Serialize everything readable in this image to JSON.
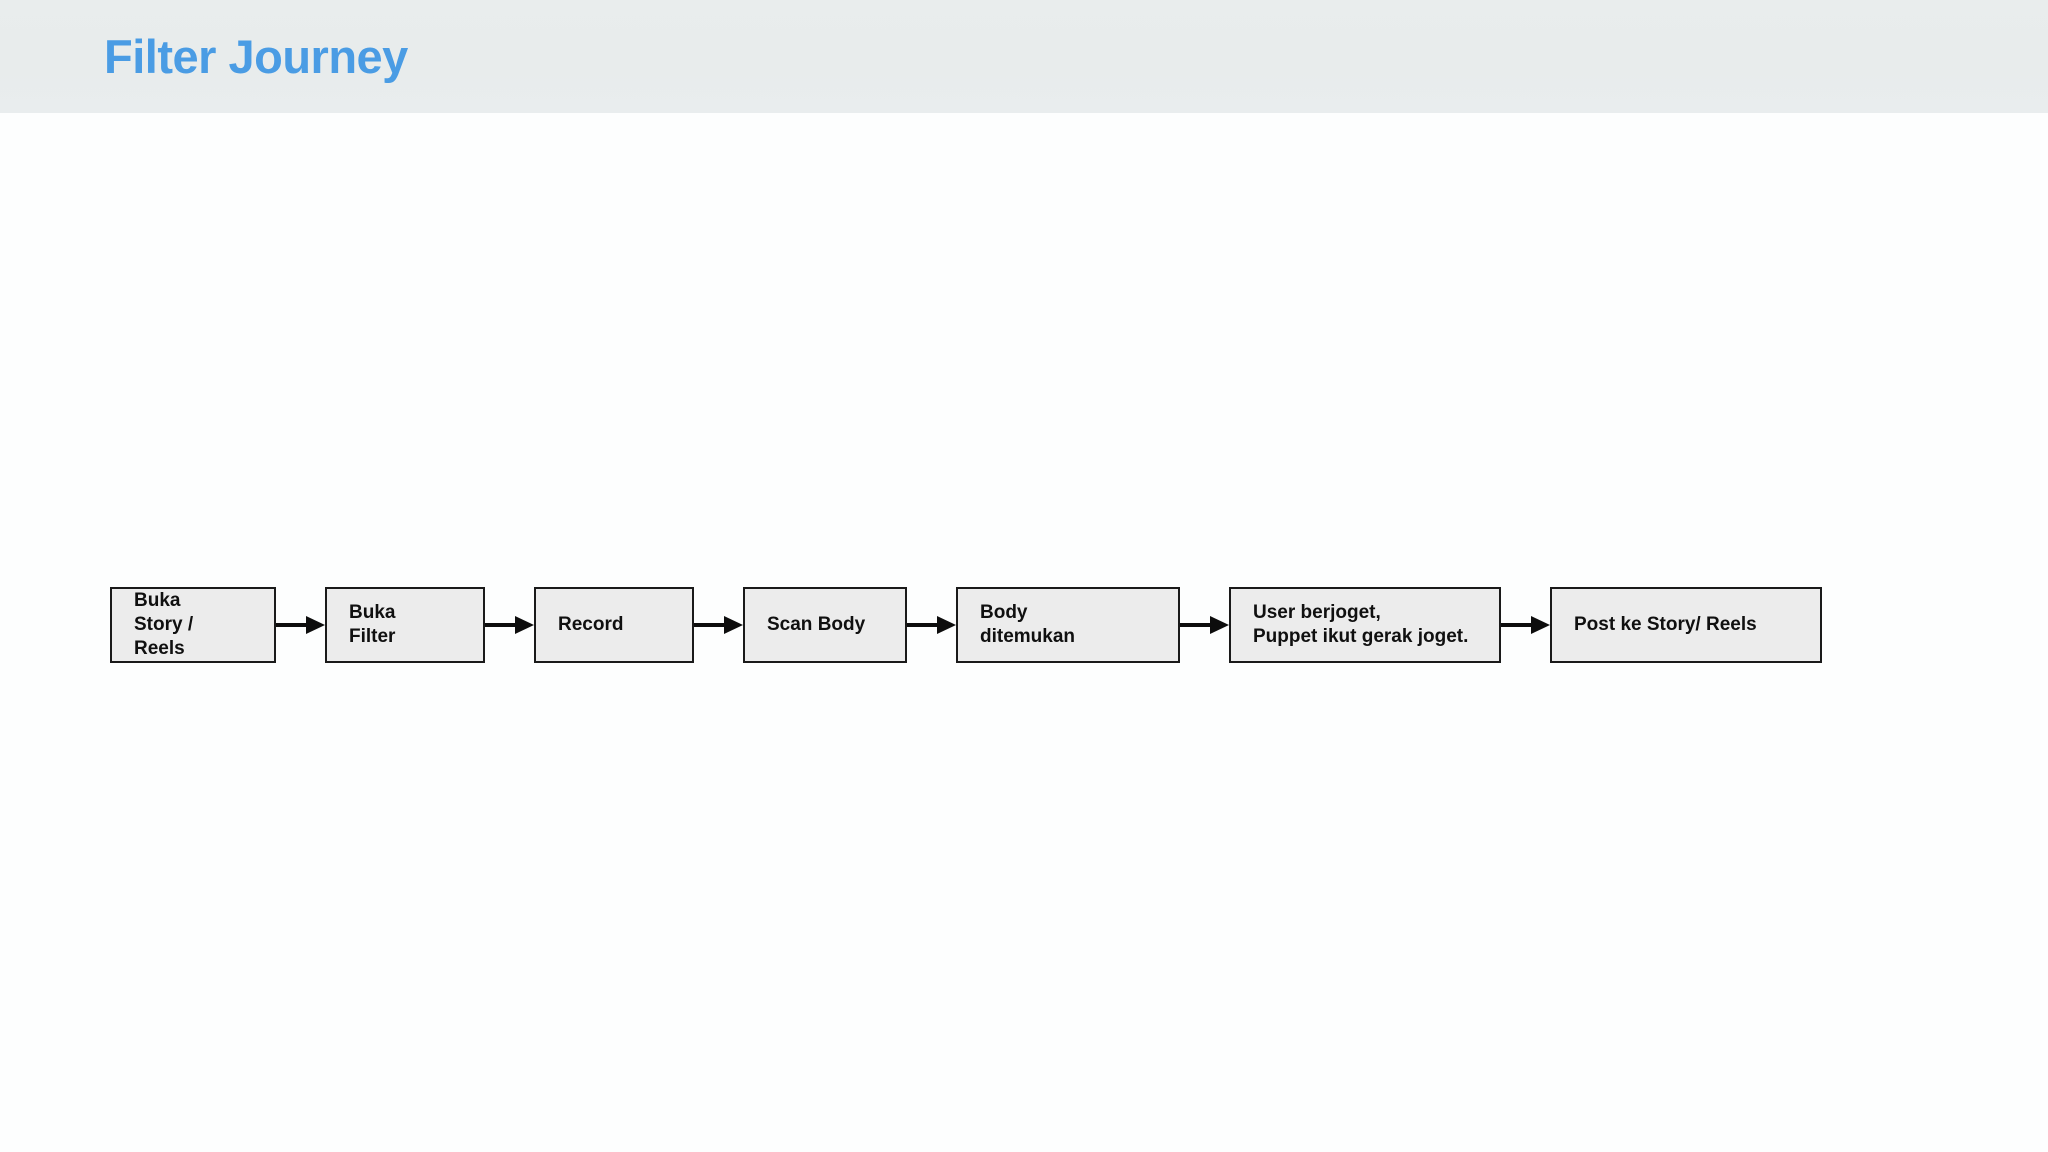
{
  "header": {
    "title": "Filter Journey",
    "background_color": "#e8ecec",
    "title_color": "#4a9ce4"
  },
  "canvas": {
    "background_color": "#fdfefe"
  },
  "diagram": {
    "type": "flowchart",
    "orientation": "left-to-right",
    "node_fill_color": "#ececec",
    "node_border_color": "#1a1a1a",
    "arrow_color": "#0d0d0d",
    "connector_icon": "arrow-right-icon",
    "nodes": [
      {
        "id": "node-1",
        "lines": [
          "Buka",
          "Story /",
          "Reels"
        ]
      },
      {
        "id": "node-2",
        "lines": [
          "Buka",
          "Filter"
        ]
      },
      {
        "id": "node-3",
        "lines": [
          "Record"
        ]
      },
      {
        "id": "node-4",
        "lines": [
          "Scan Body"
        ]
      },
      {
        "id": "node-5",
        "lines": [
          "Body",
          "ditemukan"
        ]
      },
      {
        "id": "node-6",
        "lines": [
          "User berjoget,",
          "Puppet ikut gerak joget."
        ]
      },
      {
        "id": "node-7",
        "lines": [
          "Post ke Story/ Reels"
        ]
      }
    ]
  }
}
